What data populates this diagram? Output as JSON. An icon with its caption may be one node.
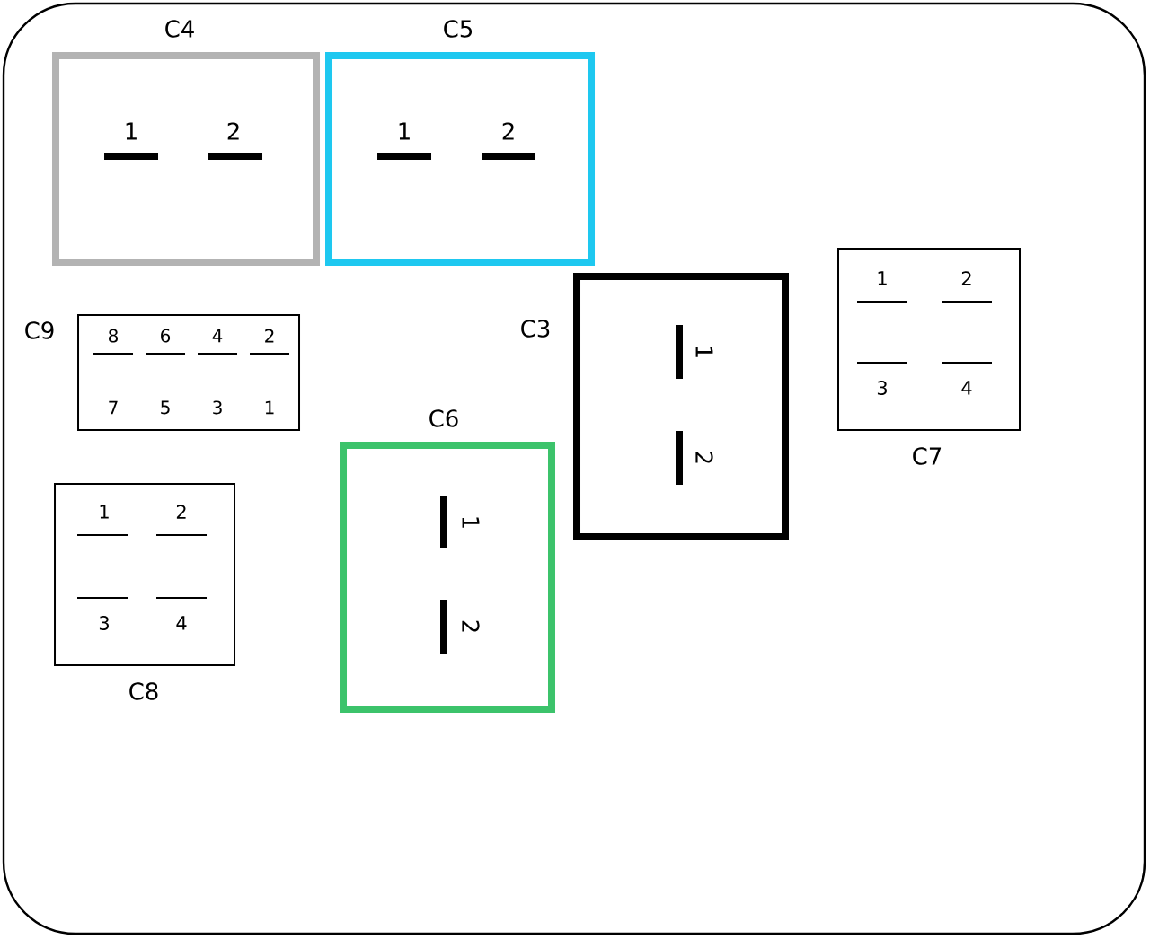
{
  "diagram": {
    "nodes": [
      {
        "text": [
          "C4",
          "1",
          "2"
        ]
      },
      {
        "text": [
          "C5",
          "1",
          "2"
        ]
      },
      {
        "text": [
          "C9",
          "8",
          "6",
          "4",
          "2",
          "7",
          "5",
          "3",
          "1"
        ]
      },
      {
        "text": [
          "C3",
          "1",
          "2"
        ]
      },
      {
        "text": [
          "C7",
          "1",
          "2",
          "3",
          "4"
        ]
      },
      {
        "text": [
          "C6",
          "1",
          "2"
        ]
      },
      {
        "text": [
          "C8",
          "1",
          "2",
          "3",
          "4"
        ]
      }
    ]
  }
}
